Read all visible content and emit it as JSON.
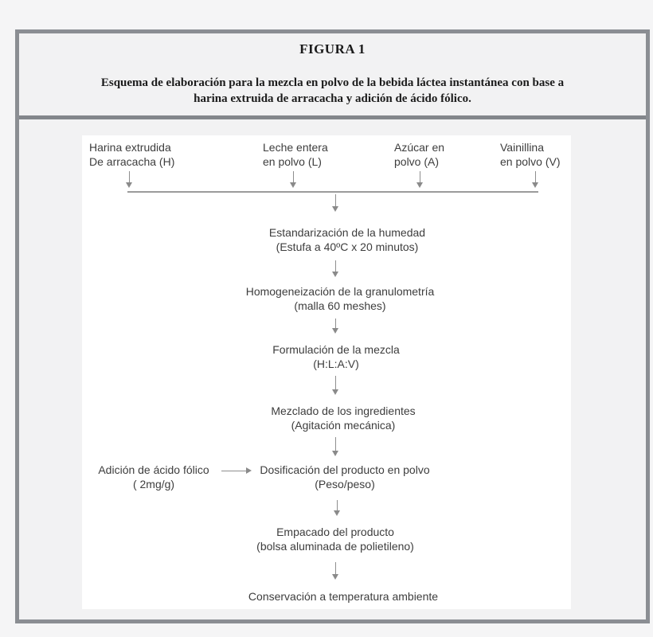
{
  "figure": {
    "title": "FIGURA 1",
    "caption_line1": "Esquema de elaboración para la mezcla en polvo de la bebida láctea instantánea con base a",
    "caption_line2": "harina extruida de arracacha y adición de ácido fólico."
  },
  "flow": {
    "inputs": [
      {
        "line1": "Harina extrudida",
        "line2": "De arracacha (H)"
      },
      {
        "line1": "Leche entera",
        "line2": "en polvo (L)"
      },
      {
        "line1": "Azúcar en",
        "line2": "polvo (A)"
      },
      {
        "line1": "Vainillina",
        "line2": "en polvo (V)"
      }
    ],
    "steps": [
      {
        "line1": "Estandarización de la humedad",
        "line2": "(Estufa a 40ºC x 20 minutos)"
      },
      {
        "line1": "Homogeneización de la granulometría",
        "line2": "(malla 60 meshes)"
      },
      {
        "line1": "Formulación de la mezcla",
        "line2": "(H:L:A:V)"
      },
      {
        "line1": "Mezclado de los ingredientes",
        "line2": "(Agitación mecánica)"
      },
      {
        "line1": "Dosificación del producto en polvo",
        "line2": "(Peso/peso)"
      },
      {
        "line1": "Empacado del producto",
        "line2": "(bolsa aluminada de polietileno)"
      },
      {
        "line1": "Conservación a temperatura ambiente",
        "line2": ""
      }
    ],
    "side_input": {
      "line1": "Adición de ácido fólico",
      "line2": "( 2mg/g)"
    }
  },
  "colors": {
    "page_background": "#f5f5f6",
    "frame_border": "#8b8e93",
    "frame_background": "#f2f2f3",
    "panel_background": "#ffffff",
    "text": "#3d3d3d",
    "arrow": "#8a8a8a"
  }
}
